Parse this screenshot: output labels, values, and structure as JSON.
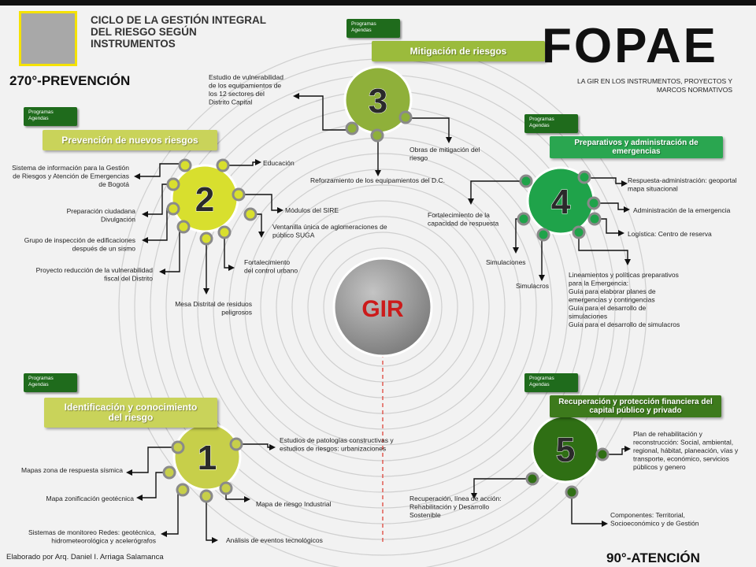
{
  "header": {
    "title_lines": [
      "CICLO DE LA GESTIÓN INTEGRAL",
      "DEL RIESGO SEGÚN",
      "INSTRUMENTOS"
    ],
    "brand": "FOPAE",
    "brand_subtitle_lines": [
      "LA GIR EN LOS INSTRUMENTOS, PROYECTOS Y",
      "MARCOS NORMATIVOS"
    ]
  },
  "quadrants": {
    "prevention": "270°-PREVENCIÓN",
    "attention": "90°-ATENCIÓN"
  },
  "center": {
    "label": "GIR"
  },
  "tags": {
    "line1": "Programas",
    "line2": "Agendas"
  },
  "colors": {
    "c1": "#c7cf4a",
    "c2": "#d8df2e",
    "c3": "#8fb03a",
    "c4": "#1fa34a",
    "c5": "#2f6f14",
    "banner1": "#c9d35a",
    "banner2": "#c9d35a",
    "banner3": "#9bbb3c",
    "banner4": "#2aa650",
    "banner5": "#3d7a1c",
    "tag": "#1f6b1c",
    "center": "#8f8f8f",
    "gir_text": "#cc1b1b",
    "rings": "#cfcfcf"
  },
  "nodes": [
    {
      "number": "3",
      "banner_lines": [
        "Mitigación de riesgos"
      ]
    },
    {
      "number": "2",
      "banner_lines": [
        "Prevención de nuevos riesgos"
      ]
    },
    {
      "number": "4",
      "banner_lines": [
        "Preparativos y administración de",
        "emergencias"
      ]
    },
    {
      "number": "1",
      "banner_lines": [
        "Identificación y conocimiento",
        "del riesgo"
      ]
    },
    {
      "number": "5",
      "banner_lines": [
        "Recuperación y protección financiera del",
        "capital público y privado"
      ]
    }
  ],
  "labels": {
    "n3_estudio": [
      "Estudio de vulnerabilidad",
      "de los equipamientos de",
      "los 12 sectores del",
      "Distrito Capital"
    ],
    "n3_obras": [
      "Obras de mitigación del",
      "riesgo"
    ],
    "n3_reforzamiento": [
      "Reforzamiento de los equipamientos del D.C."
    ],
    "n2_sistema": [
      "Sistema de información para la Gestión",
      "de Riesgos y Atención de Emergencias",
      "de Bogotá"
    ],
    "n2_preparacion": [
      "Preparación ciudadana",
      "Divulgación"
    ],
    "n2_grupo": [
      "Grupo de inspección de edificaciones",
      "después de un sismo"
    ],
    "n2_proyecto": [
      "Proyecto reducción de la vulnerabilidad",
      "fiscal del Distrito"
    ],
    "n2_educacion": [
      "Educación"
    ],
    "n2_modulos": [
      "Módulos del SIRE"
    ],
    "n2_ventanilla": [
      "Ventanilla única de aglomeraciones de",
      "público SUGA"
    ],
    "n2_fortalecimiento": [
      "Fortalecimiento",
      "del control urbano"
    ],
    "n2_mesa": [
      "Mesa Distrital de residuos",
      "peligrosos"
    ],
    "n4_fortalecimiento": [
      "Fortalecimiento de la",
      "capacidad de respuesta"
    ],
    "n4_respuesta": [
      "Respuesta-administración: geoportal",
      "mapa situacional"
    ],
    "n4_administracion": [
      "Administración de la emergencia"
    ],
    "n4_logistica": [
      "Logística: Centro de reserva"
    ],
    "n4_simulaciones": [
      "Simulaciones"
    ],
    "n4_simulacros": [
      "Simulacros"
    ],
    "n4_lineamientos": [
      "Lineamientos y políticas preparativos",
      "para la Emergencia:",
      "Guía para elaborar planes de",
      "emergencias y contingencias",
      "Guía para el desarrollo de",
      "simulaciones",
      "Guía para el desarrollo de simulacros"
    ],
    "n1_estudios": [
      "Estudios de patologías constructivas y",
      "estudios de riesgos: urbanizaciones"
    ],
    "n1_mapas_sismica": [
      "Mapas zona de respuesta sísmica"
    ],
    "n1_mapa_geotecnica": [
      "Mapa zonificación geotécnica"
    ],
    "n1_sistemas": [
      "Sistemas de monitoreo Redes: geotécnica,",
      "hidrometeorológica y acelerógrafos"
    ],
    "n1_mapa_industrial": [
      "Mapa de riesgo Industrial"
    ],
    "n1_analisis": [
      "Análisis de eventos tecnológicos"
    ],
    "n5_plan": [
      "Plan de rehabilitación y",
      "reconstrucción: Social, ambiental,",
      "regional, hábitat, planeación, vías y",
      "transporte, económico, servicios",
      "públicos y genero"
    ],
    "n5_recuperacion": [
      "Recuperación, línea de acción:",
      "Rehabilitación y Desarrollo",
      "Sostenible"
    ],
    "n5_componentes": [
      "Componentes: Territorial,",
      "Socioeconómico y de Gestión"
    ]
  },
  "footer": {
    "credit": "Elaborado por Arq. Daniel I. Arriaga Salamanca"
  }
}
